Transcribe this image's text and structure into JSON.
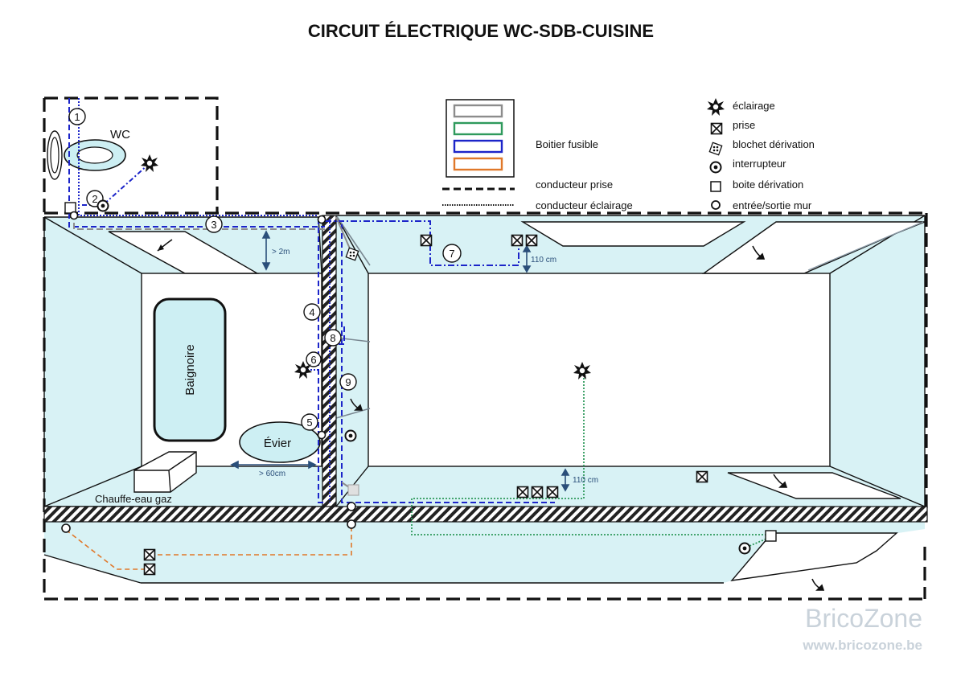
{
  "title": "CIRCUIT ÉLECTRIQUE WC-SDB-CUISINE",
  "fuse_box": {
    "label": "Boitier fusible",
    "wire_colors": [
      "#8c8c8c",
      "#2f9a5c",
      "#1c25c9",
      "#e0782a"
    ]
  },
  "line_legend": {
    "power": "conducteur prise",
    "lighting": "conducteur éclairage"
  },
  "symbol_legend": [
    {
      "icon": "light-icon",
      "label": "éclairage"
    },
    {
      "icon": "socket-icon",
      "label": "prise"
    },
    {
      "icon": "junction-block-icon",
      "label": "blochet  dérivation"
    },
    {
      "icon": "switch-icon",
      "label": "interrupteur"
    },
    {
      "icon": "junction-box-icon",
      "label": "boite dérivation"
    },
    {
      "icon": "wall-passage-icon",
      "label": "entrée/sortie mur"
    }
  ],
  "rooms": {
    "wc": "WC",
    "bathtub": "Baignoire",
    "sink": "Évier",
    "water_heater": "Chauffe-eau gaz"
  },
  "dimensions": {
    "height_2m": "> 2m",
    "height_110_top": "110 cm",
    "height_110_bottom": "110 cm",
    "sink_distance": "> 60cm"
  },
  "circuit_numbers": [
    "1",
    "2",
    "3",
    "4",
    "5",
    "6",
    "7",
    "8",
    "9"
  ],
  "watermark": {
    "brand": "BricoZone",
    "url": "www.bricozone.be"
  },
  "colors": {
    "floor": "#d8f2f5",
    "wire_blue": "#1c25c9",
    "wire_grey": "#8c8c8c",
    "wire_green": "#2f9a5c",
    "wire_orange": "#e0782a"
  }
}
